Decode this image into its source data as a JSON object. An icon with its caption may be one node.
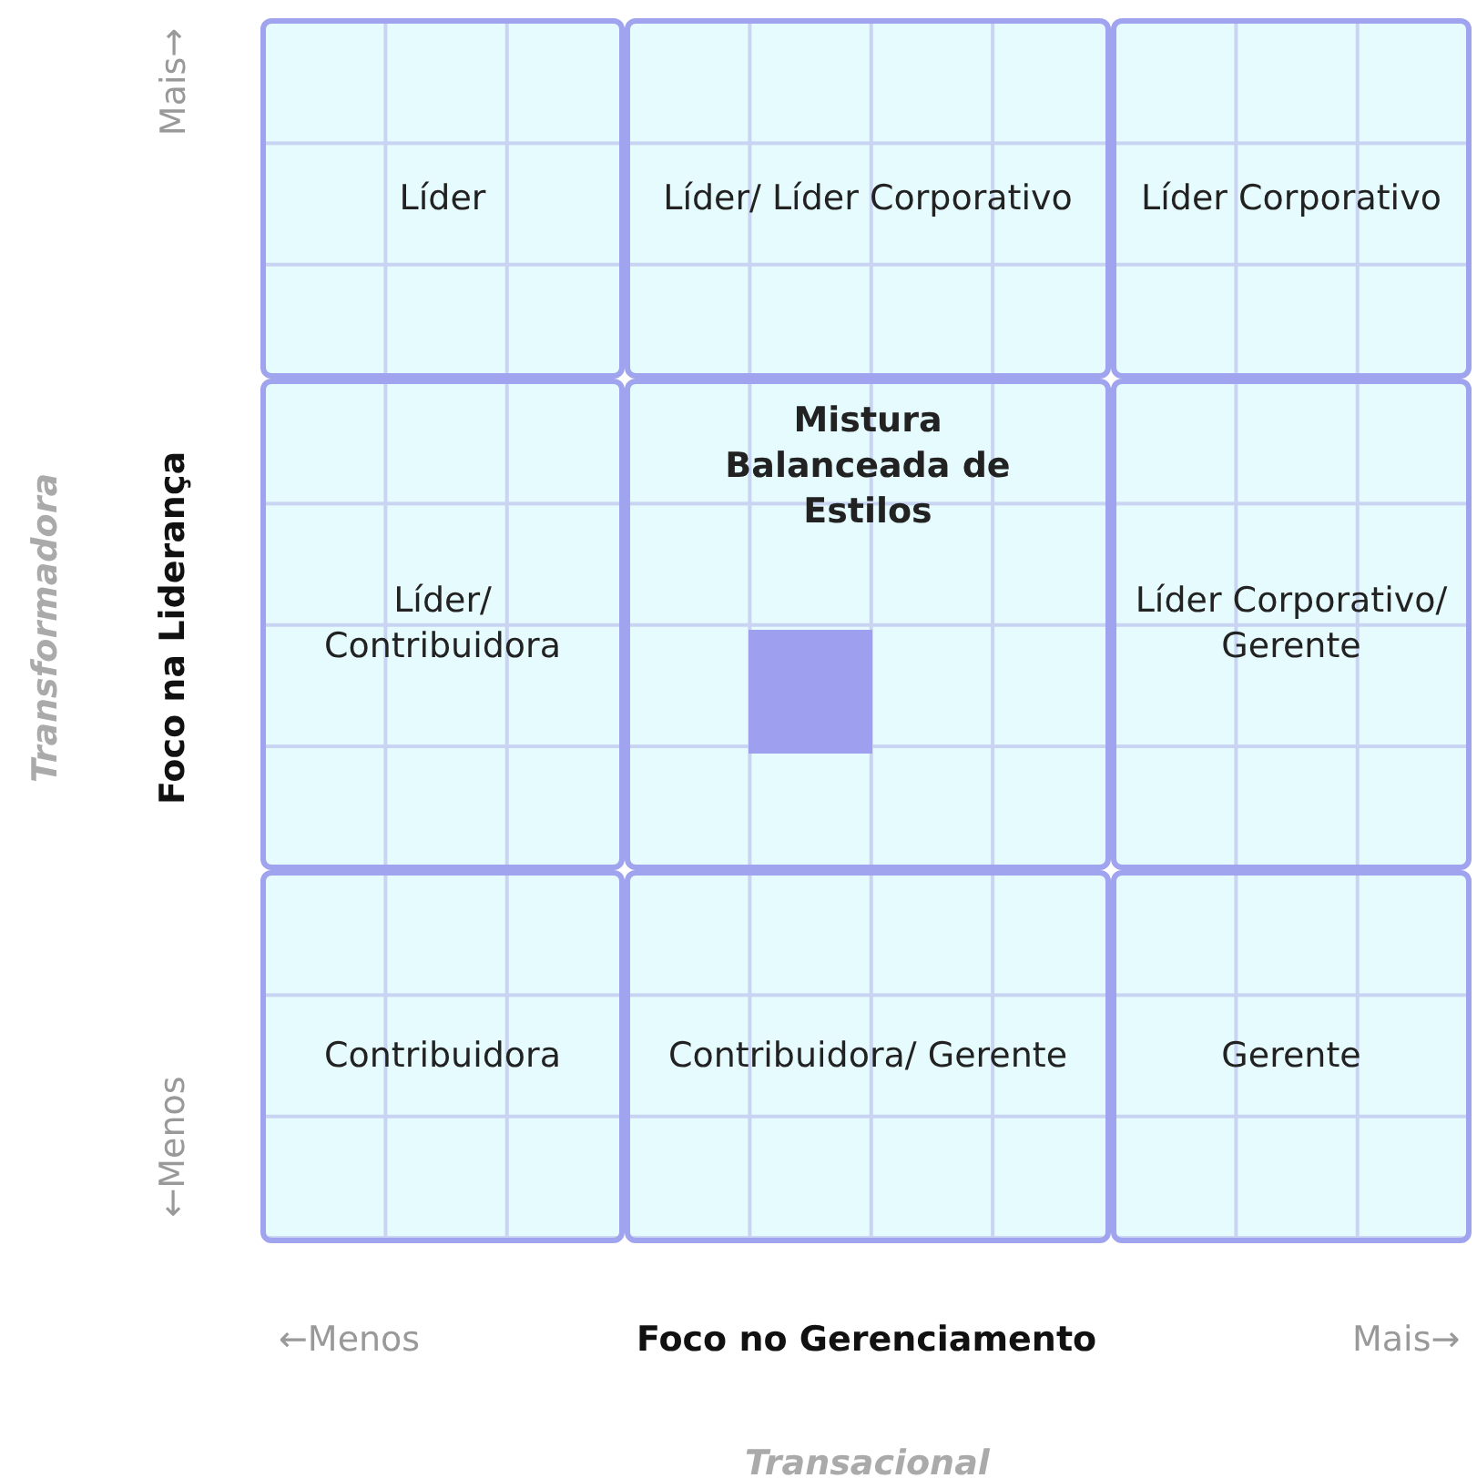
{
  "diagram": {
    "nodes": [
      {
        "text": [
          "Líder"
        ]
      },
      {
        "text": [
          "Líder/ Líder Corporativo"
        ]
      },
      {
        "text": [
          "Líder Corporativo"
        ]
      },
      {
        "text": [
          "Líder/ Contribuidora"
        ]
      },
      {
        "text": [
          "Mistura Balanceada de Estilos"
        ]
      },
      {
        "text": [],
        "shape": "box",
        "in": 4
      },
      {
        "text": [
          "Líder Corporativo/ Gerente"
        ]
      },
      {
        "text": [
          "Contribuidora"
        ]
      },
      {
        "text": [
          "Contribuidora/ Gerente"
        ]
      },
      {
        "text": [
          "Gerente"
        ]
      }
    ],
    "edges": [],
    "labels": [
      "Mais→",
      "Foco na Liderança",
      "Transformadora",
      "←Menos",
      "←Menos",
      "Foco no Gerenciamento",
      "Mais→",
      "Transacional"
    ]
  }
}
